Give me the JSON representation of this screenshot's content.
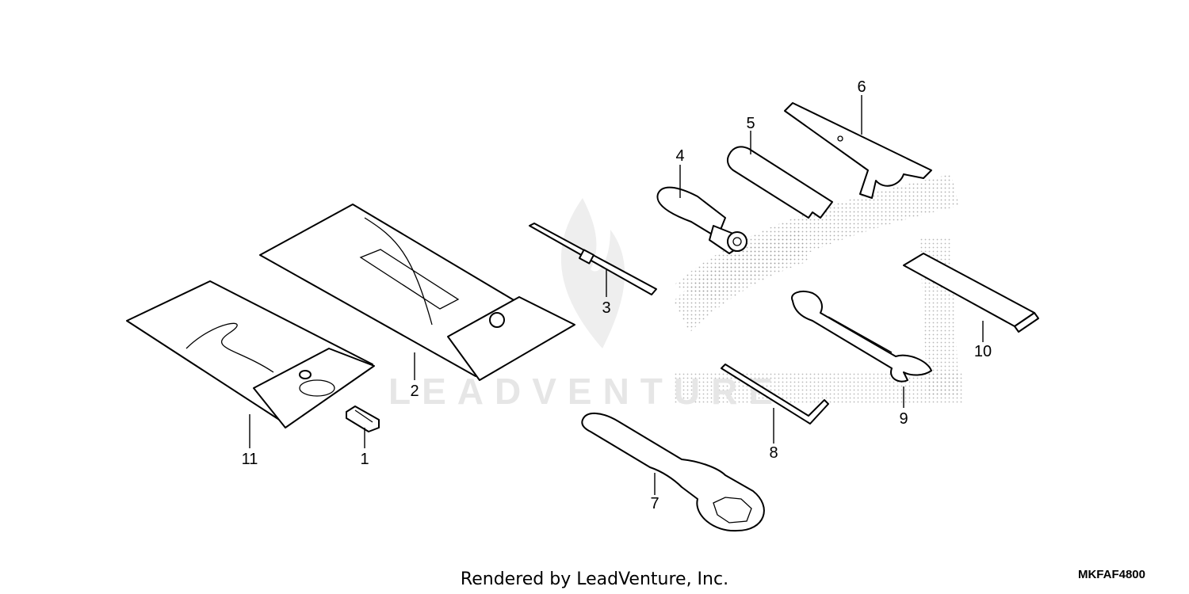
{
  "diagram": {
    "callouts": [
      {
        "id": "1",
        "label": "1"
      },
      {
        "id": "2",
        "label": "2"
      },
      {
        "id": "3",
        "label": "3"
      },
      {
        "id": "4",
        "label": "4"
      },
      {
        "id": "5",
        "label": "5"
      },
      {
        "id": "6",
        "label": "6"
      },
      {
        "id": "7",
        "label": "7"
      },
      {
        "id": "8",
        "label": "8"
      },
      {
        "id": "9",
        "label": "9"
      },
      {
        "id": "10",
        "label": "10"
      },
      {
        "id": "11",
        "label": "11"
      }
    ],
    "footer_text": "Rendered by LeadVenture, Inc.",
    "diagram_code": "MKFAF4800",
    "watermark_text": "LEADVENTURE"
  }
}
